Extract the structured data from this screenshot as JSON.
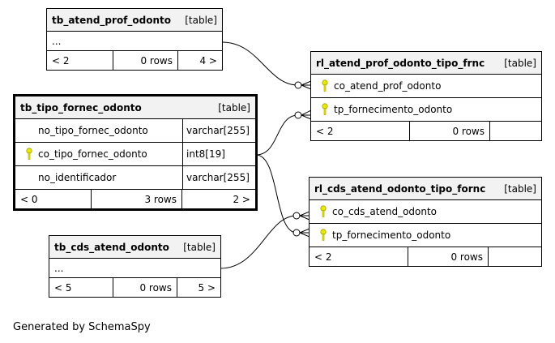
{
  "tables": {
    "atend_prof": {
      "name": "tb_atend_prof_odonto",
      "kind": "[table]",
      "ellipsis": "...",
      "footer": [
        "< 2",
        "0 rows",
        "4 >"
      ]
    },
    "rl_atend_prof": {
      "name": "rl_atend_prof_odonto_tipo_frnc",
      "kind": "[table]",
      "columns": [
        {
          "name": "co_atend_prof_odonto",
          "key": true
        },
        {
          "name": "tp_fornecimento_odonto",
          "key": true
        }
      ],
      "footer": [
        "< 2",
        "0 rows",
        ""
      ]
    },
    "tipo_fornec": {
      "name": "tb_tipo_fornec_odonto",
      "kind": "[table]",
      "columns": [
        {
          "name": "no_tipo_fornec_odonto",
          "type": "varchar[255]",
          "key": false
        },
        {
          "name": "co_tipo_fornec_odonto",
          "type": "int8[19]",
          "key": true
        },
        {
          "name": "no_identificador",
          "type": "varchar[255]",
          "key": false
        }
      ],
      "footer": [
        "< 0",
        "3 rows",
        "2 >"
      ]
    },
    "rl_cds": {
      "name": "rl_cds_atend_odonto_tipo_fornc",
      "kind": "[table]",
      "columns": [
        {
          "name": "co_cds_atend_odonto",
          "key": true
        },
        {
          "name": "tp_fornecimento_odonto",
          "key": true
        }
      ],
      "footer": [
        "< 2",
        "0 rows",
        ""
      ]
    },
    "cds_atend": {
      "name": "tb_cds_atend_odonto",
      "kind": "[table]",
      "ellipsis": "...",
      "footer": [
        "< 5",
        "0 rows",
        "5 >"
      ]
    }
  },
  "footer_text": "Generated by SchemaSpy",
  "colors": {
    "key": "#e8e800",
    "border": "#000000",
    "header_bg": "#f2f2f2"
  },
  "icons": {
    "primary_key": "key-icon"
  }
}
